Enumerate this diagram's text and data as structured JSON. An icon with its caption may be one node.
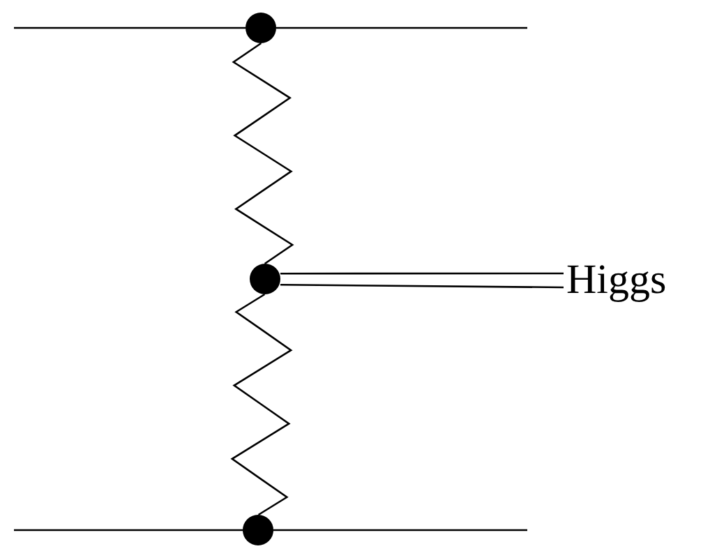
{
  "diagram": {
    "nodes": [
      {
        "text": [],
        "shape": "circle"
      },
      {
        "text": [],
        "shape": "circle"
      },
      {
        "text": [],
        "shape": "circle"
      },
      {
        "text": [
          "Higgs"
        ]
      }
    ],
    "edges": [
      {
        "from": null,
        "to": 0,
        "arrow": "none"
      },
      {
        "from": 0,
        "to": null,
        "arrow": "none"
      },
      {
        "from": 0,
        "to": 1,
        "arrow": "none"
      },
      {
        "from": 1,
        "to": 2,
        "arrow": "none"
      },
      {
        "from": 1,
        "to": 3,
        "arrow": "none"
      },
      {
        "from": null,
        "to": 2,
        "arrow": "none"
      },
      {
        "from": 2,
        "to": null,
        "arrow": "none"
      }
    ]
  }
}
